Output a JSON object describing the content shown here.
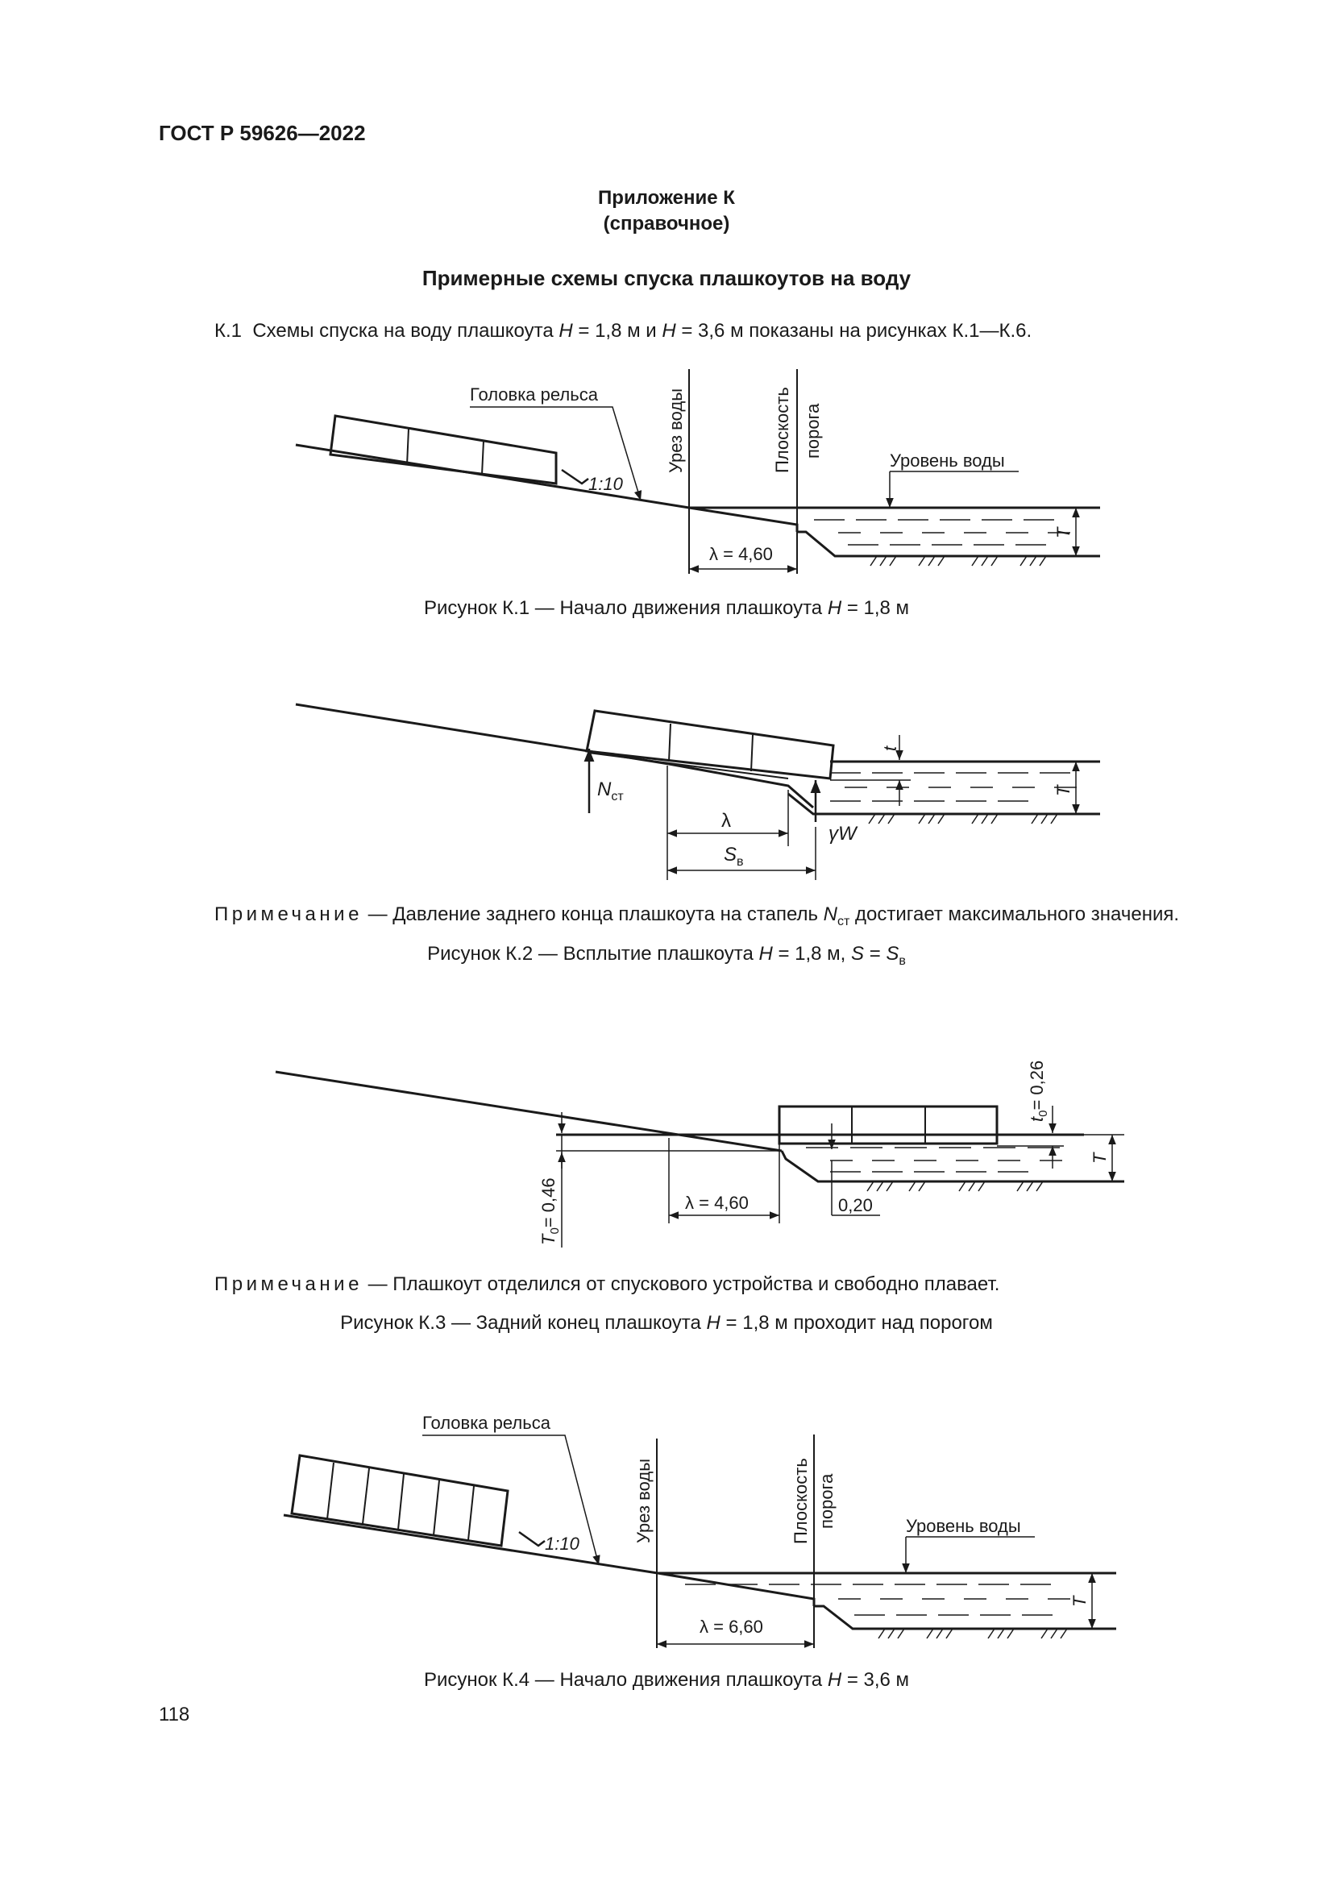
{
  "header": {
    "doc_id": "ГОСТ Р 59626—2022"
  },
  "appendix": {
    "title": "Приложение К",
    "status": "(справочное)",
    "heading": "Примерные схемы спуска плашкоутов на воду"
  },
  "intro": {
    "num": "К.1",
    "p1": "Схемы спуска на воду плашкоута ",
    "H1": "H",
    "p2": " = 1,8 м и ",
    "H2": "H",
    "p3": " = 3,6 м показаны на рисунках К.1—К.6."
  },
  "fig1": {
    "labels": {
      "rail_head": "Головка рельса",
      "water_edge": "Урез воды",
      "threshold_1": "Плоскость",
      "threshold_2": "порога",
      "water_level": "Уровень воды",
      "slope": "1:10",
      "lambda": "λ = 4,60",
      "T": "T"
    },
    "caption": {
      "pre": "Рисунок К.1 — Начало движения плашкоута ",
      "H": "H",
      "post": " = 1,8 м"
    }
  },
  "fig2": {
    "labels": {
      "t": "t",
      "T": "T",
      "N": "N",
      "N_sub": "ст",
      "lambda": "λ",
      "S": "S",
      "S_sub": "в",
      "gw": "γW"
    },
    "note": {
      "label": "Примечание",
      "pre": " — Давление заднего конца плашкоута на стапель ",
      "N": "N",
      "N_sub": "ст",
      "post": " достигает максимального значения."
    },
    "caption": {
      "pre": "Рисунок К.2 — Всплытие плашкоута ",
      "H": "H",
      "mid": " = 1,8 м, ",
      "S": "S",
      "eq": " = ",
      "S2": "S",
      "S2_sub": "в"
    }
  },
  "fig3": {
    "labels": {
      "t0": "t",
      "t0_sub": "0",
      "t0_val": "= 0,26",
      "T0": "T",
      "T0_sub": "0",
      "T0_val": "= 0,46",
      "lambda": "λ = 4,60",
      "d020": "0,20",
      "T": "T"
    },
    "note": {
      "label": "Примечание",
      "text": " — Плашкоут отделился от спускового устройства и свободно плавает."
    },
    "caption": {
      "pre": "Рисунок К.3 — Задний конец плашкоута ",
      "H": "H",
      "post": " = 1,8 м проходит над порогом"
    }
  },
  "fig4": {
    "labels": {
      "rail_head": "Головка рельса",
      "water_edge": "Урез воды",
      "threshold_1": "Плоскость",
      "threshold_2": "порога",
      "water_level": "Уровень воды",
      "slope": "1:10",
      "lambda": "λ = 6,60",
      "T": "T"
    },
    "caption": {
      "pre": "Рисунок К.4 — Начало движения плашкоута ",
      "H": "H",
      "post": " = 3,6 м"
    }
  },
  "footer": {
    "page_number": "118"
  }
}
